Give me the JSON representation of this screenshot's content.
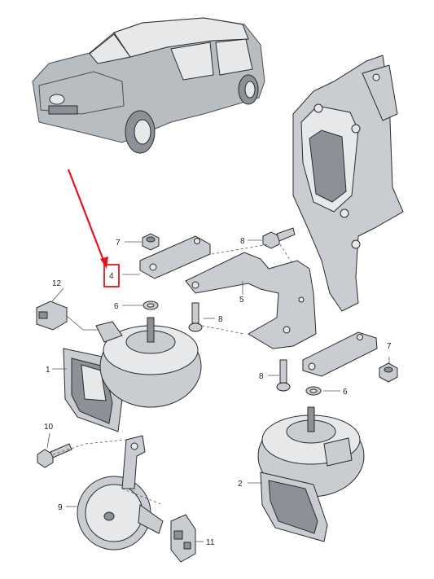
{
  "callouts": {
    "c1": "1",
    "c2": "2",
    "c4": "4",
    "c5": "5",
    "c6a": "6",
    "c6b": "6",
    "c7a": "7",
    "c7b": "7",
    "c8a": "8",
    "c8b": "8",
    "c8c": "8",
    "c9": "9",
    "c10": "10",
    "c11": "11",
    "c12": "12"
  },
  "highlight_color": "#e8141a",
  "icons": {
    "arrow": "red-pointer-arrow",
    "car": "hatchback-car-illustration"
  }
}
